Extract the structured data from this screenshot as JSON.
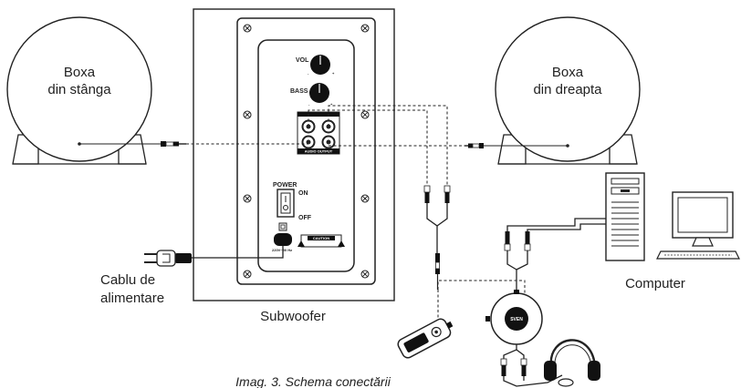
{
  "diagram": {
    "left_speaker": {
      "line1": "Boxa",
      "line2": "din stânga"
    },
    "right_speaker": {
      "line1": "Boxa",
      "line2": "din dreapta"
    },
    "subwoofer_label": "Subwoofer",
    "computer_label": "Computer",
    "power_cable": {
      "line1": "Cablu de",
      "line2": "alimentare"
    },
    "panel": {
      "vol": "VOL",
      "bass": "BASS",
      "audio_output": "AUDIO OUTPUT",
      "power": "POWER",
      "on": "ON",
      "off": "OFF",
      "voltage": "220V~50 Hz",
      "caution": "CAUTION"
    },
    "sven_logo": "SVEN",
    "caption": "Imag. 3. Schema conectării"
  }
}
